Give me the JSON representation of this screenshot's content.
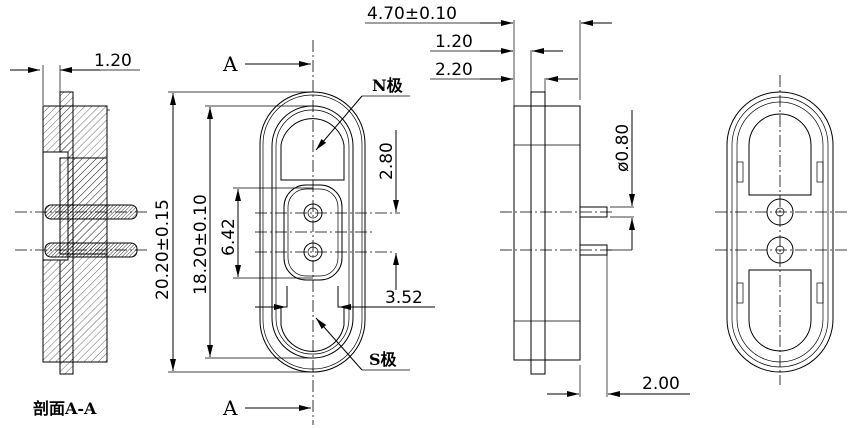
{
  "section_view": {
    "label": "剖面A-A",
    "dim_flange": "1.20"
  },
  "front_view": {
    "section_marker_top": "A",
    "section_marker_bottom": "A",
    "label_n": "N极",
    "label_s": "S极",
    "dim_overall_height": "20.20±0.15",
    "dim_inner_height": "18.20±0.10",
    "dim_pin_pitch": "6.42",
    "dim_pin_offset": "2.80",
    "dim_slot": "3.52"
  },
  "side_view": {
    "dim_total_depth": "4.70±0.10",
    "dim_flange": "1.20",
    "dim_front": "2.20",
    "dim_pin_diameter": "ø0.80",
    "dim_pin_length": "2.00"
  }
}
